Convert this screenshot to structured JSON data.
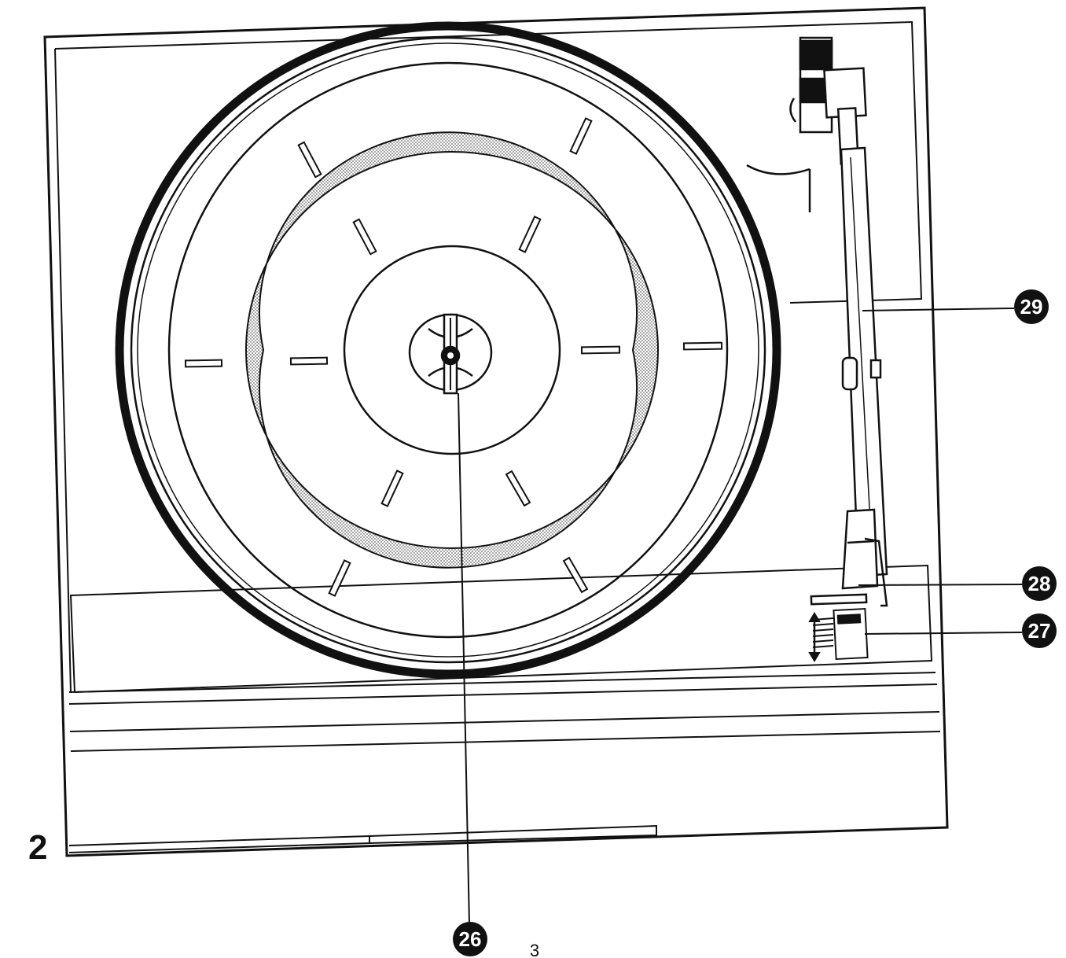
{
  "figure": {
    "number": "2",
    "page_number": "3"
  },
  "callouts": [
    {
      "id": "26",
      "label": "26"
    },
    {
      "id": "27",
      "label": "27"
    },
    {
      "id": "28",
      "label": "28"
    },
    {
      "id": "29",
      "label": "29"
    }
  ],
  "colors": {
    "ink": "#111111",
    "paper": "#ffffff",
    "stipple": "#c8c8c8"
  }
}
